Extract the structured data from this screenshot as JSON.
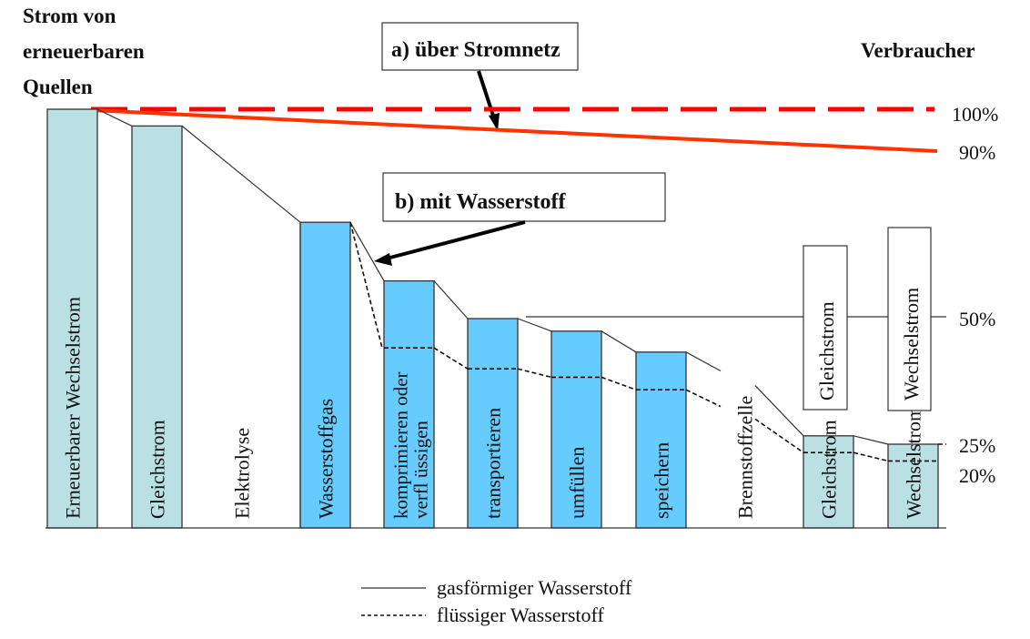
{
  "title": {
    "left_lines": [
      "Strom von",
      "erneuerbaren",
      "Quellen"
    ],
    "right": "Verbraucher"
  },
  "callouts": {
    "a": "a) über Stromnetz",
    "b": "b) mit Wasserstoff"
  },
  "percent_labels": [
    "100%",
    "90%",
    "50%",
    "25%",
    "20%"
  ],
  "stages": [
    {
      "label": "Erneuerbarer Wechselstrom",
      "gas_level": 100,
      "liquid_level": null,
      "fill": "#bae0e3",
      "boxed": true
    },
    {
      "label": "Gleichstrom",
      "gas_level": 96,
      "liquid_level": null,
      "fill": "#bae0e3",
      "boxed": true
    },
    {
      "label": "Elektrolyse",
      "gas_level": null,
      "liquid_level": null,
      "fill": null,
      "boxed": false
    },
    {
      "label": "Wasserstoffgas",
      "gas_level": 73,
      "liquid_level": 73,
      "fill": "#66ccff",
      "boxed": true
    },
    {
      "label": "komprimieren oder verflüssigen",
      "label_lines": [
        "komprimieren oder",
        "verfl üssigen"
      ],
      "gas_level": 59,
      "liquid_level": 43,
      "fill": "#66ccff",
      "boxed": true
    },
    {
      "label": "transportieren",
      "gas_level": 50,
      "liquid_level": 38,
      "fill": "#66ccff",
      "boxed": true
    },
    {
      "label": "umfüllen",
      "gas_level": 47,
      "liquid_level": 36,
      "fill": "#66ccff",
      "boxed": true
    },
    {
      "label": "speichern",
      "gas_level": 42,
      "liquid_level": 33,
      "fill": "#66ccff",
      "boxed": true
    },
    {
      "label": "Brennstoffzelle",
      "gas_level": null,
      "liquid_level": null,
      "fill": null,
      "boxed": false
    },
    {
      "label": "Gleichstrom",
      "gas_level": 22,
      "liquid_level": 18,
      "fill": "#bae0e3",
      "boxed": true
    },
    {
      "label": "Wechselstrom",
      "gas_level": 20,
      "liquid_level": 16,
      "fill": "#bae0e3",
      "boxed": true
    }
  ],
  "grid_path": {
    "label_boxes": [
      "Gleichstrom",
      "Wechselstrom"
    ],
    "direct_line_level": 100,
    "grid_line_level": 90
  },
  "legend": [
    {
      "style": "solid",
      "label": "gasförmiger Wasserstoff"
    },
    {
      "style": "dashed",
      "label": "flüssiger Wasserstoff"
    }
  ],
  "colors": {
    "electric_bar": "#bae0e3",
    "hydrogen_bar": "#66ccff",
    "dashed_red": "#ff0000",
    "solid_red": "#ff3300",
    "stroke": "#333333"
  }
}
